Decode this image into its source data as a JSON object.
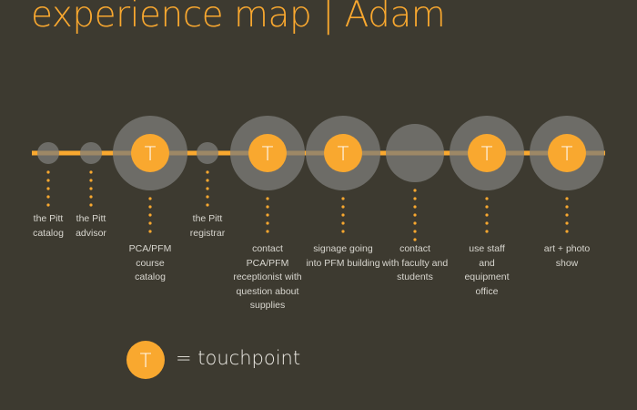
{
  "title": "experience map | Adam",
  "colors": {
    "background": "#3d3a30",
    "accent": "#f9a82f",
    "circle": "#7e7e79"
  },
  "touchpoint_symbol": "T",
  "steps": [
    {
      "label": "the Pitt\ncatalog",
      "touchpoint": false,
      "size": "small"
    },
    {
      "label": "the Pitt\nadvisor",
      "touchpoint": false,
      "size": "small"
    },
    {
      "label": "PCA/PFM\ncourse\ncatalog",
      "touchpoint": true,
      "size": "large"
    },
    {
      "label": "the Pitt\nregistrar",
      "touchpoint": false,
      "size": "small"
    },
    {
      "label": "contact\nPCA/PFM\nreceptionist with\nquestion about\nsupplies",
      "touchpoint": true,
      "size": "large"
    },
    {
      "label": "signage going\ninto PFM building",
      "touchpoint": true,
      "size": "large"
    },
    {
      "label": "contact\nwith faculty and\nstudents",
      "touchpoint": false,
      "size": "medium"
    },
    {
      "label": "use staff\nand\nequipment\noffice",
      "touchpoint": true,
      "size": "large"
    },
    {
      "label": "art + photo\nshow",
      "touchpoint": true,
      "size": "large"
    }
  ],
  "legend": {
    "symbol": "T",
    "text": "= touchpoint"
  }
}
